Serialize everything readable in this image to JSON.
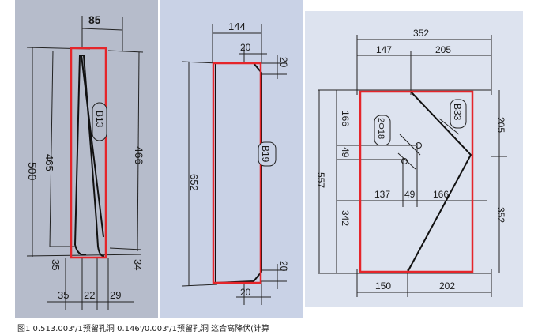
{
  "panel1": {
    "top_width": "85",
    "total_height": "500",
    "left_inner_height": "465",
    "right_height": "466",
    "label": "B13",
    "bottom_left": "35",
    "bottom_right": "34",
    "base_left": "35",
    "base_mid": "22",
    "base_right": "29"
  },
  "panel2": {
    "top_width": "144",
    "top_chamfer": "20",
    "top_chamfer_v": "20",
    "height": "652",
    "label": "B19",
    "bottom_chamfer_v": "20",
    "bottom_chamfer": "20"
  },
  "panel3": {
    "top_total": "352",
    "top_left": "147",
    "top_right": "205",
    "total_height": "557",
    "left_upper": "166",
    "left_mid": "49",
    "left_lower": "342",
    "right_upper": "205",
    "right_lower": "352",
    "mid_left": "137",
    "mid_center": "49",
    "mid_right": "166",
    "label": "B33",
    "rebar_note": "2Φ18",
    "bottom_left": "150",
    "bottom_right": "202"
  },
  "caption": "图1  0.513.003'/1预留孔洞  0.146'/0.003'/1预留孔洞   这合高降伏(计算"
}
